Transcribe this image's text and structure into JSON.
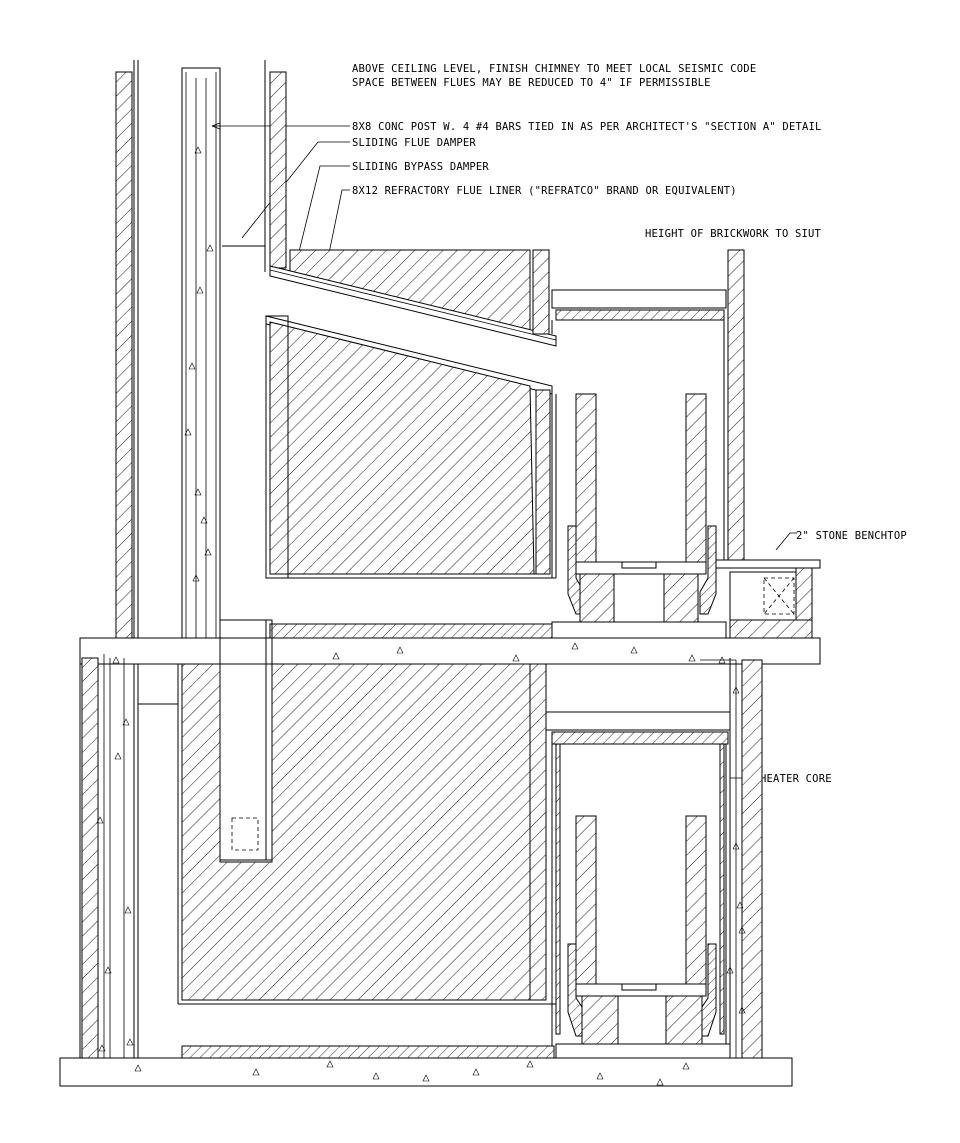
{
  "notes": {
    "ceiling_line1": "ABOVE CEILING LEVEL, FINISH CHIMNEY TO MEET LOCAL SEISMIC CODE",
    "ceiling_line2": "SPACE BETWEEN FLUES MAY BE REDUCED TO 4\" IF PERMISSIBLE",
    "conc_post": "8X8 CONC POST W. 4 #4 BARS TIED IN AS PER ARCHITECT'S \"SECTION A\" DETAIL",
    "flue_damper": "SLIDING FLUE DAMPER",
    "bypass_damper": "SLIDING BYPASS DAMPER",
    "flue_liner": "8X12 REFRACTORY FLUE LINER (\"REFRATCO\" BRAND OR EQUIVALENT)",
    "brickwork_height": "HEIGHT OF BRICKWORK TO SIUT",
    "stone_benchtop": "2\" STONE BENCHTOP",
    "heater_core": "HEATER CORE"
  },
  "colors": {
    "line": "#000000",
    "background": "#ffffff"
  }
}
